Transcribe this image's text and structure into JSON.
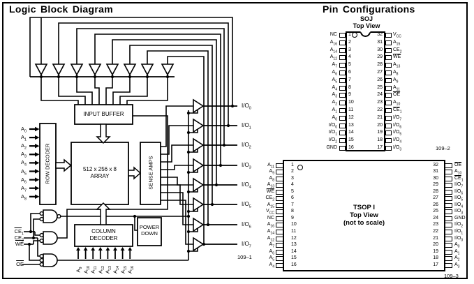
{
  "header": {
    "left_title": "Logic Block Diagram",
    "right_title": "Pin Configurations"
  },
  "logic": {
    "blocks": {
      "input_buffer": "INPUT BUFFER",
      "row_decoder": "ROW DECODER",
      "array1": "512 x 256 x 8",
      "array2": "ARRAY",
      "sense_amps": "SENSE AMPS",
      "col1": "COLUMN",
      "col2": "DECODER",
      "pd1": "POWER",
      "pd2": "DOWN"
    },
    "row_addresses": [
      {
        "t": "A",
        "sub": "0"
      },
      {
        "t": "A",
        "sub": "1"
      },
      {
        "t": "A",
        "sub": "2"
      },
      {
        "t": "A",
        "sub": "3"
      },
      {
        "t": "A",
        "sub": "4"
      },
      {
        "t": "A",
        "sub": "5"
      },
      {
        "t": "A",
        "sub": "6"
      },
      {
        "t": "A",
        "sub": "7"
      },
      {
        "t": "A",
        "sub": "8"
      }
    ],
    "col_addresses": [
      {
        "t": "A",
        "sub": "9"
      },
      {
        "t": "A",
        "sub": "10"
      },
      {
        "t": "A",
        "sub": "11"
      },
      {
        "t": "A",
        "sub": "12"
      },
      {
        "t": "A",
        "sub": "13"
      },
      {
        "t": "A",
        "sub": "14"
      },
      {
        "t": "A",
        "sub": "15"
      },
      {
        "t": "A",
        "sub": "16"
      }
    ],
    "controls": [
      {
        "t": "CE",
        "sub": "1",
        "bar": true
      },
      {
        "t": "CE",
        "sub": "2"
      },
      {
        "t": "WE",
        "bar": true
      },
      {
        "t": "OE",
        "bar": true
      }
    ],
    "io": [
      {
        "t": "I/O",
        "sub": "0"
      },
      {
        "t": "I/O",
        "sub": "1"
      },
      {
        "t": "I/O",
        "sub": "2"
      },
      {
        "t": "I/O",
        "sub": "3"
      },
      {
        "t": "I/O",
        "sub": "4"
      },
      {
        "t": "I/O",
        "sub": "5"
      },
      {
        "t": "I/O",
        "sub": "6"
      },
      {
        "t": "I/O",
        "sub": "7"
      }
    ],
    "fig": "109–1"
  },
  "soj": {
    "pkg": "SOJ",
    "view": "Top View",
    "fig": "109–2",
    "pins": [
      {
        "ln": 1,
        "rn": 32,
        "l": {
          "t": "NC"
        },
        "r": {
          "t": "V",
          "sub": "CC"
        }
      },
      {
        "ln": 2,
        "rn": 31,
        "l": {
          "t": "A",
          "sub": "16"
        },
        "r": {
          "t": "A",
          "sub": "15"
        }
      },
      {
        "ln": 3,
        "rn": 30,
        "l": {
          "t": "A",
          "sub": "14"
        },
        "r": {
          "t": "CE",
          "sub": "2"
        }
      },
      {
        "ln": 4,
        "rn": 29,
        "l": {
          "t": "A",
          "sub": "12"
        },
        "r": {
          "t": "WE",
          "bar": true
        }
      },
      {
        "ln": 5,
        "rn": 28,
        "l": {
          "t": "A",
          "sub": "7"
        },
        "r": {
          "t": "A",
          "sub": "13"
        }
      },
      {
        "ln": 6,
        "rn": 27,
        "l": {
          "t": "A",
          "sub": "6"
        },
        "r": {
          "t": "A",
          "sub": "8"
        }
      },
      {
        "ln": 7,
        "rn": 26,
        "l": {
          "t": "A",
          "sub": "5"
        },
        "r": {
          "t": "A",
          "sub": "9"
        }
      },
      {
        "ln": 8,
        "rn": 25,
        "l": {
          "t": "A",
          "sub": "4"
        },
        "r": {
          "t": "A",
          "sub": "11"
        }
      },
      {
        "ln": 9,
        "rn": 24,
        "l": {
          "t": "A",
          "sub": "3"
        },
        "r": {
          "t": "OE",
          "bar": true
        }
      },
      {
        "ln": 10,
        "rn": 23,
        "l": {
          "t": "A",
          "sub": "2"
        },
        "r": {
          "t": "A",
          "sub": "10"
        }
      },
      {
        "ln": 11,
        "rn": 22,
        "l": {
          "t": "A",
          "sub": "1"
        },
        "r": {
          "t": "CE",
          "sub": "1",
          "bar": true
        }
      },
      {
        "ln": 12,
        "rn": 21,
        "l": {
          "t": "A",
          "sub": "0"
        },
        "r": {
          "t": "I/O",
          "sub": "7"
        }
      },
      {
        "ln": 13,
        "rn": 20,
        "l": {
          "t": "I/O",
          "sub": "0"
        },
        "r": {
          "t": "I/O",
          "sub": "6"
        }
      },
      {
        "ln": 14,
        "rn": 19,
        "l": {
          "t": "I/O",
          "sub": "1"
        },
        "r": {
          "t": "I/O",
          "sub": "5"
        }
      },
      {
        "ln": 15,
        "rn": 18,
        "l": {
          "t": "I/O",
          "sub": "2"
        },
        "r": {
          "t": "I/O",
          "sub": "4"
        }
      },
      {
        "ln": 16,
        "rn": 17,
        "l": {
          "t": "GND"
        },
        "r": {
          "t": "I/O",
          "sub": "3"
        }
      }
    ]
  },
  "tsop": {
    "line1": "TSOP I",
    "line2": "Top View",
    "line3": "(not to scale)",
    "fig": "109–3",
    "pins": [
      {
        "ln": 1,
        "rn": 32,
        "l": {
          "t": "A",
          "sub": "11"
        },
        "r": {
          "t": "OE",
          "bar": true
        }
      },
      {
        "ln": 2,
        "rn": 31,
        "l": {
          "t": "A",
          "sub": "9"
        },
        "r": {
          "t": "A",
          "sub": "10"
        }
      },
      {
        "ln": 3,
        "rn": 30,
        "l": {
          "t": "A",
          "sub": "8"
        },
        "r": {
          "t": "CE",
          "sub": "1",
          "bar": true
        }
      },
      {
        "ln": 4,
        "rn": 29,
        "l": {
          "t": "A",
          "sub": "13"
        },
        "r": {
          "t": "I/O",
          "sub": "7"
        }
      },
      {
        "ln": 5,
        "rn": 28,
        "l": {
          "t": "WE",
          "bar": true
        },
        "r": {
          "t": "I/O",
          "sub": "6"
        }
      },
      {
        "ln": 6,
        "rn": 27,
        "l": {
          "t": "CE",
          "sub": "2"
        },
        "r": {
          "t": "I/O",
          "sub": "5"
        }
      },
      {
        "ln": 7,
        "rn": 26,
        "l": {
          "t": "A",
          "sub": "15"
        },
        "r": {
          "t": "I/O",
          "sub": "4"
        }
      },
      {
        "ln": 8,
        "rn": 25,
        "l": {
          "t": "V",
          "sub": "CC"
        },
        "r": {
          "t": "I/O",
          "sub": "3"
        }
      },
      {
        "ln": 9,
        "rn": 24,
        "l": {
          "t": "NC"
        },
        "r": {
          "t": "GND"
        }
      },
      {
        "ln": 10,
        "rn": 23,
        "l": {
          "t": "A",
          "sub": "16"
        },
        "r": {
          "t": "I/O",
          "sub": "2"
        }
      },
      {
        "ln": 11,
        "rn": 22,
        "l": {
          "t": "A",
          "sub": "14"
        },
        "r": {
          "t": "I/O",
          "sub": "1"
        }
      },
      {
        "ln": 12,
        "rn": 21,
        "l": {
          "t": "A",
          "sub": "12"
        },
        "r": {
          "t": "I/O",
          "sub": "0"
        }
      },
      {
        "ln": 13,
        "rn": 20,
        "l": {
          "t": "A",
          "sub": "7"
        },
        "r": {
          "t": "A",
          "sub": "0"
        }
      },
      {
        "ln": 14,
        "rn": 19,
        "l": {
          "t": "A",
          "sub": "6"
        },
        "r": {
          "t": "A",
          "sub": "1"
        }
      },
      {
        "ln": 15,
        "rn": 18,
        "l": {
          "t": "A",
          "sub": "5"
        },
        "r": {
          "t": "A",
          "sub": "2"
        }
      },
      {
        "ln": 16,
        "rn": 17,
        "l": {
          "t": "A",
          "sub": "4"
        },
        "r": {
          "t": "A",
          "sub": "3"
        }
      }
    ]
  }
}
